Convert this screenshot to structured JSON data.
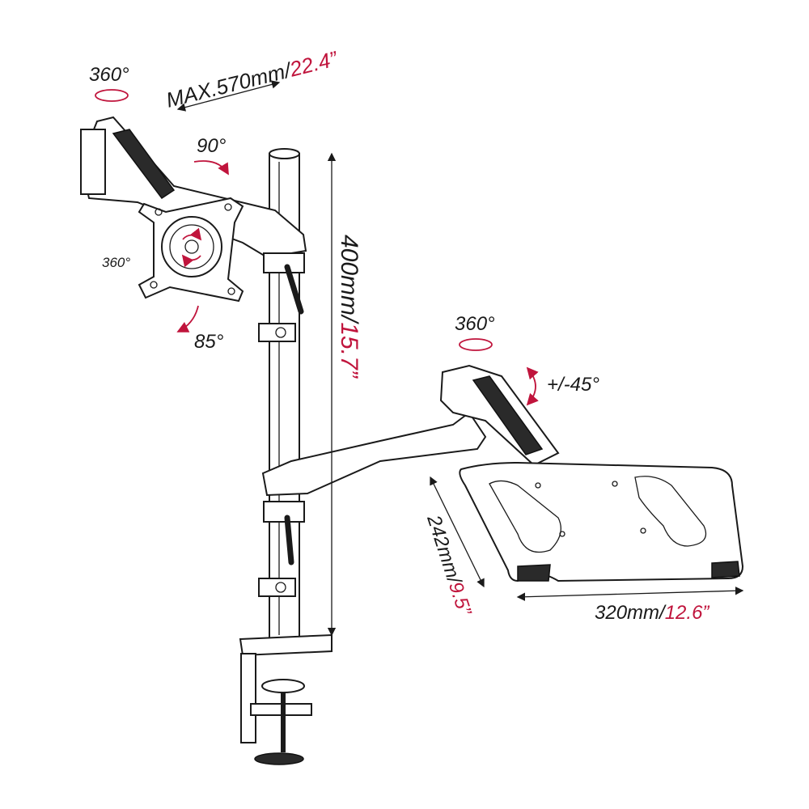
{
  "title": "Monitor arm with laptop tray dimensions",
  "colors": {
    "line": "#1a1a1a",
    "accent": "#c0143c"
  },
  "labels": {
    "top_swivel": "360°",
    "arm_reach_mm": "MAX.570mm/",
    "arm_reach_in": "22.4”",
    "tilt_top": "90°",
    "vesa_rotation": "360°",
    "tilt_bottom": "85°",
    "pole_height_mm": "400mm/",
    "pole_height_in": "15.7”",
    "tray_swivel": "360°",
    "tray_tilt": "+/-45°",
    "tray_depth_mm": "242mm/",
    "tray_depth_in": "9.5”",
    "tray_width_mm": "320mm/",
    "tray_width_in": "12.6”"
  }
}
